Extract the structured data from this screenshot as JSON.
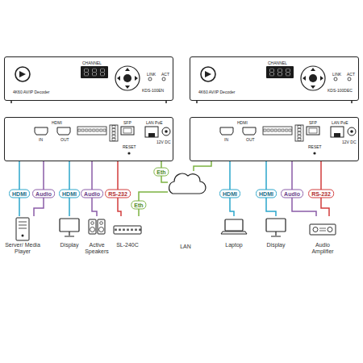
{
  "diagram": {
    "nodes": [
      {
        "text": [
          "4K60 AV/IP Decoder",
          "CHANNEL",
          "LINK",
          "ACT",
          "KDS-100EN"
        ]
      },
      {
        "text": [
          "HDMI",
          "IN",
          "OUT",
          "SFP",
          "LAN PoE",
          "12V DC",
          "RESET"
        ]
      },
      {
        "text": [
          "4K60 AV/IP Decoder",
          "CHANNEL",
          "LINK",
          "ACT",
          "KDS-100DEC"
        ]
      },
      {
        "text": [
          "HDMI",
          "IN",
          "OUT",
          "SFP",
          "LAN PoE",
          "12V DC",
          "RESET"
        ]
      },
      {
        "text": [
          "Server/ Media Player"
        ]
      },
      {
        "text": [
          "Display"
        ]
      },
      {
        "text": [
          "Active Speakers"
        ]
      },
      {
        "text": [
          "SL-240C"
        ]
      },
      {
        "text": [
          "LAN"
        ]
      },
      {
        "text": [
          "Laptop"
        ]
      },
      {
        "text": [
          "Display"
        ]
      },
      {
        "text": [
          "Audio Amplifier"
        ]
      }
    ],
    "edges": [
      {
        "from": 1,
        "to": 4,
        "label": "HDMI",
        "arrow": "none"
      },
      {
        "from": 1,
        "to": 4,
        "label": "Audio",
        "arrow": "none"
      },
      {
        "from": 1,
        "to": 5,
        "label": "HDMI",
        "arrow": "none"
      },
      {
        "from": 1,
        "to": 6,
        "label": "Audio",
        "arrow": "none"
      },
      {
        "from": 1,
        "to": 7,
        "label": "RS-232",
        "arrow": "none"
      },
      {
        "from": 7,
        "to": 8,
        "label": "Eth",
        "arrow": "none"
      },
      {
        "from": 1,
        "to": 8,
        "label": "Eth",
        "arrow": "none"
      },
      {
        "from": 8,
        "to": 3,
        "arrow": "none"
      },
      {
        "from": 3,
        "to": 9,
        "label": "HDMI",
        "arrow": "none"
      },
      {
        "from": 3,
        "to": 10,
        "label": "HDMI",
        "arrow": "none"
      },
      {
        "from": 3,
        "to": 11,
        "label": "Audio",
        "arrow": "none"
      },
      {
        "from": 3,
        "to": 11,
        "label": "RS-232",
        "arrow": "none"
      }
    ]
  }
}
